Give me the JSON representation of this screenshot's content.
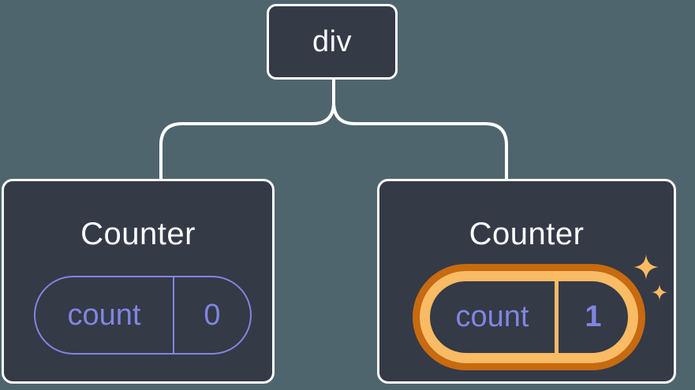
{
  "tree": {
    "root": {
      "label": "div"
    },
    "children": [
      {
        "title": "Counter",
        "state_key": "count",
        "state_value": "0",
        "highlighted": false
      },
      {
        "title": "Counter",
        "state_key": "count",
        "state_value": "1",
        "highlighted": true
      }
    ]
  },
  "colors": {
    "background": "#4f656d",
    "node_fill": "#343a46",
    "node_border": "#fcfcfd",
    "connector": "#ffffff",
    "state_accent": "#8185e0",
    "highlight_outer_ring": "#c76a10",
    "highlight_inner_ring": "#f9bb63",
    "title_text": "#fbfbfd"
  },
  "icons": {
    "sparkle_large": "sparkle-icon",
    "sparkle_small": "sparkle-icon"
  }
}
